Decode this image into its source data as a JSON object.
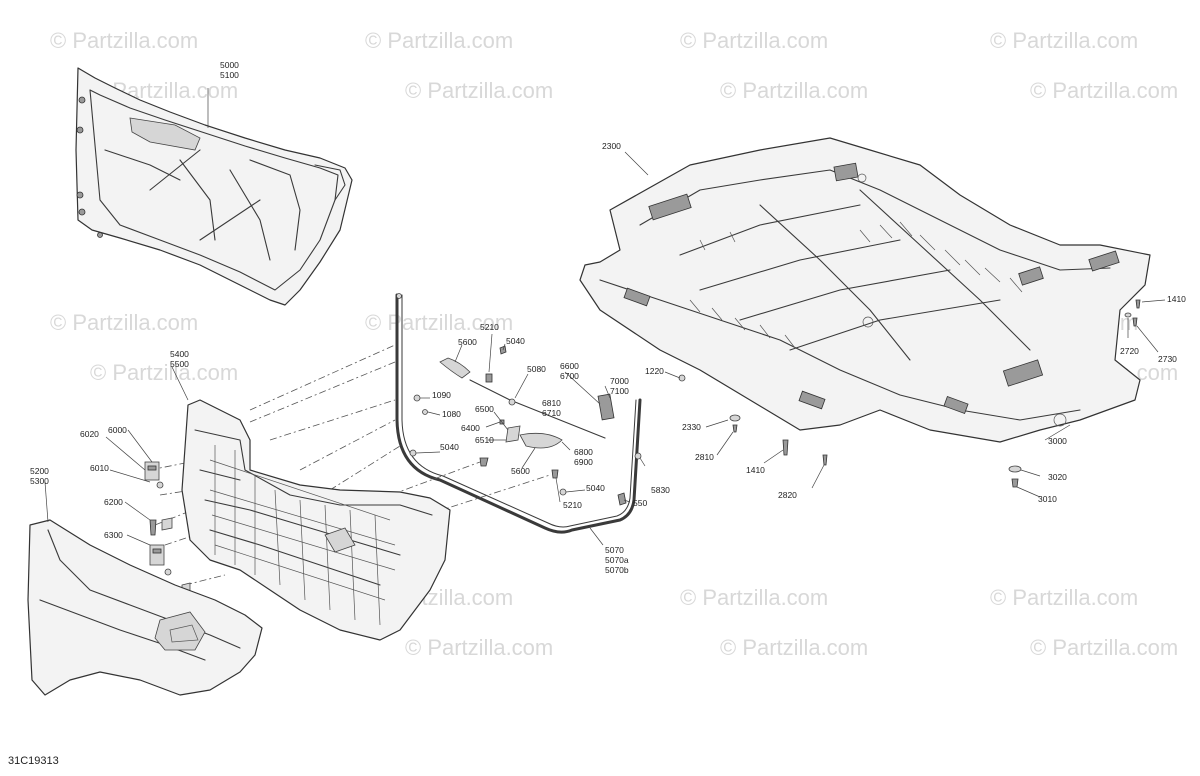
{
  "watermark": "© Partzilla.com",
  "diagram_code": "31C19313",
  "callouts": {
    "c5000": "5000",
    "c5100": "5100",
    "c2300": "2300",
    "c5210a": "5210",
    "c5040a": "5040",
    "c5600a": "5600",
    "c6600": "6600",
    "c6700": "6700",
    "c5080": "5080",
    "c7000": "7000",
    "c7100": "7100",
    "c1090": "1090",
    "c1080": "1080",
    "c6500": "6500",
    "c6810": "6810",
    "c6710": "6710",
    "c6400": "6400",
    "c6510": "6510",
    "c5040b": "5040",
    "c5600b": "5600",
    "c6800": "6800",
    "c6900": "6900",
    "c5040c": "5040",
    "c5830": "5830",
    "c550": "550",
    "c5210b": "5210",
    "c5070": "5070",
    "c5070a": "5070a",
    "c5070b": "5070b",
    "c5400": "5400",
    "c5500": "5500",
    "c6020": "6020",
    "c6000": "6000",
    "c6010": "6010",
    "c6200": "6200",
    "c6300": "6300",
    "c5200": "5200",
    "c5300": "5300",
    "c1220": "1220",
    "c2330": "2330",
    "c2810": "2810",
    "c1410a": "1410",
    "c2820": "2820",
    "c1410b": "1410",
    "c2720": "2720",
    "c2730": "2730",
    "c3000": "3000",
    "c3020": "3020",
    "c3010": "3010"
  }
}
